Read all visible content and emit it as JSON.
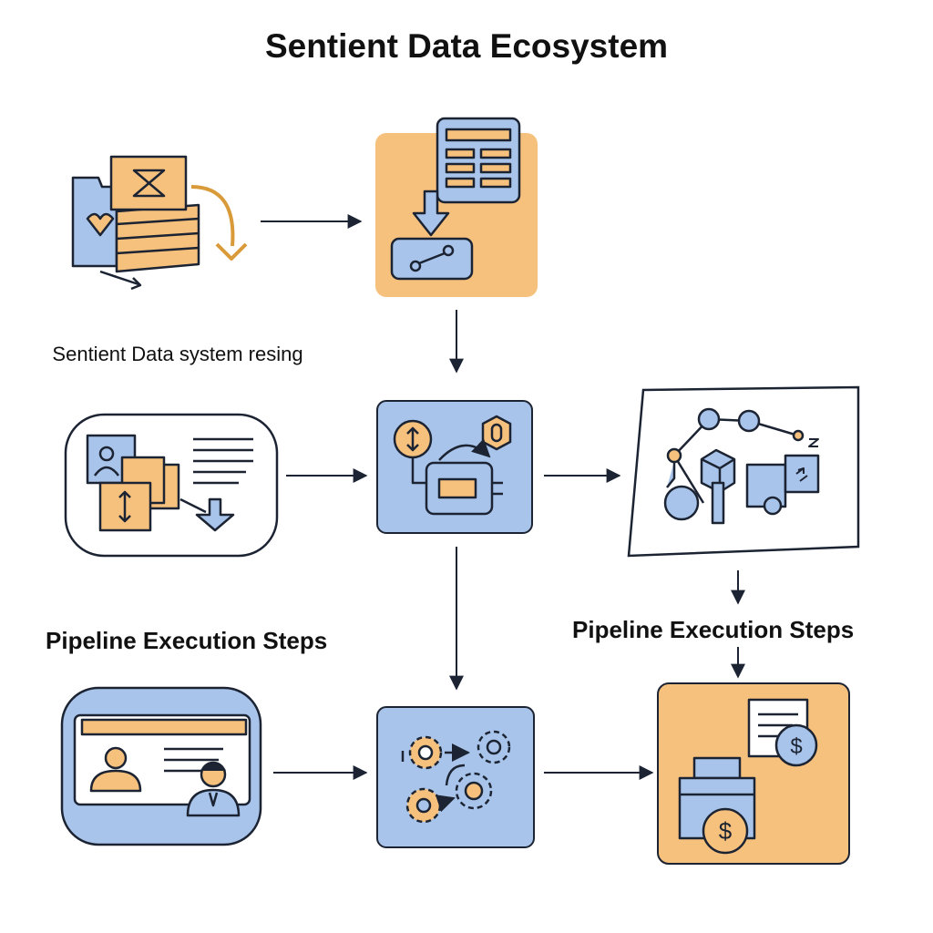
{
  "title": "Sentient Data Ecosystem",
  "caption": "Sentient Data system resing",
  "headings": {
    "left": "Pipeline Execution Steps",
    "right": "Pipeline Execution Steps"
  },
  "colors": {
    "orange": "#f6c17d",
    "blue": "#a8c4ea",
    "stroke": "#1c2433",
    "background": "#ffffff"
  },
  "nodes": [
    {
      "id": "data-stack-source",
      "icon": "folder-with-documents-icon",
      "fill": "none"
    },
    {
      "id": "document-transform",
      "icon": "document-to-node-icon",
      "fill": "orange"
    },
    {
      "id": "profile-intake",
      "icon": "profile-cards-icon",
      "fill": "none"
    },
    {
      "id": "data-processing-hub",
      "icon": "processing-unit-icon",
      "fill": "blue"
    },
    {
      "id": "network-output",
      "icon": "network-nodes-icon",
      "fill": "none"
    },
    {
      "id": "identity-card",
      "icon": "id-card-icon",
      "fill": "blue"
    },
    {
      "id": "gear-pipeline",
      "icon": "gears-icon",
      "fill": "blue"
    },
    {
      "id": "payment-output",
      "icon": "invoice-dollar-icon",
      "fill": "orange"
    }
  ]
}
